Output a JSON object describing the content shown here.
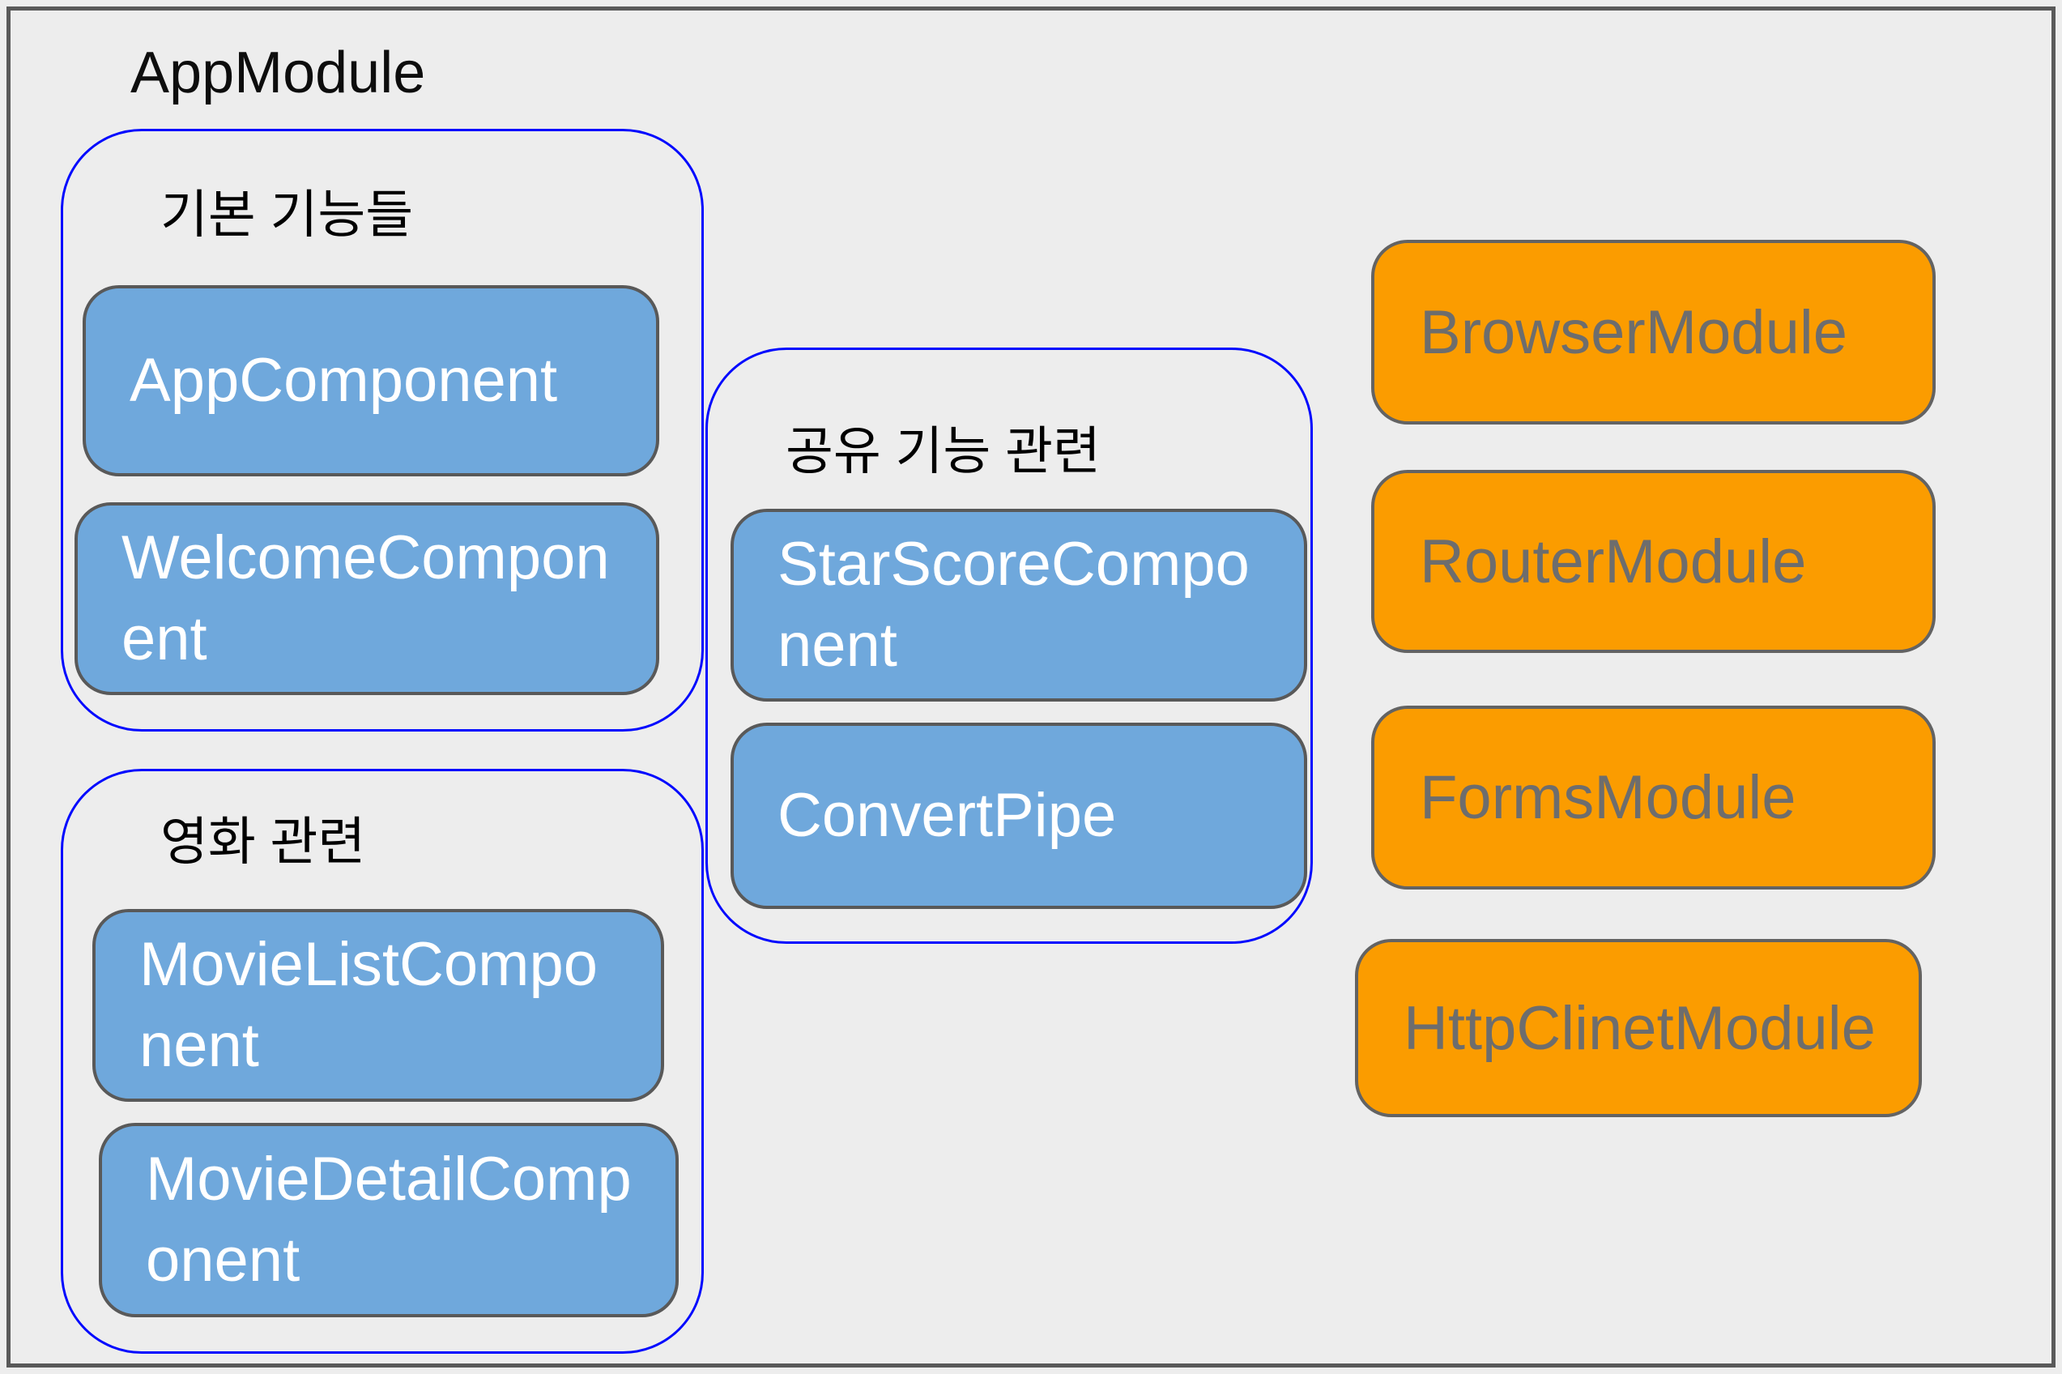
{
  "diagram": {
    "title": "AppModule",
    "groups": [
      {
        "label": "기본 기능들",
        "items": [
          {
            "name": "AppComponent"
          },
          {
            "name": "WelcomeComponent"
          }
        ]
      },
      {
        "label": "영화 관련",
        "items": [
          {
            "name": "MovieListComponent"
          },
          {
            "name": "MovieDetailComponent"
          }
        ]
      },
      {
        "label": "공유 기능 관련",
        "items": [
          {
            "name": "StarScoreComponent"
          },
          {
            "name": "ConvertPipe"
          }
        ]
      }
    ],
    "external_modules": [
      {
        "name": "BrowserModule"
      },
      {
        "name": "RouterModule"
      },
      {
        "name": "FormsModule"
      },
      {
        "name": "HttpClinetModule"
      }
    ],
    "colors": {
      "background": "#EDEDED",
      "frame_border": "#595959",
      "component_fill": "#6FA8DC",
      "component_border": "#595959",
      "component_text": "#FFFFFF",
      "module_fill": "#FB9C00",
      "module_border": "#636363",
      "module_text": "#6D6D6D",
      "group_outline": "#0008FE",
      "title_text": "#0D0D0D"
    }
  }
}
